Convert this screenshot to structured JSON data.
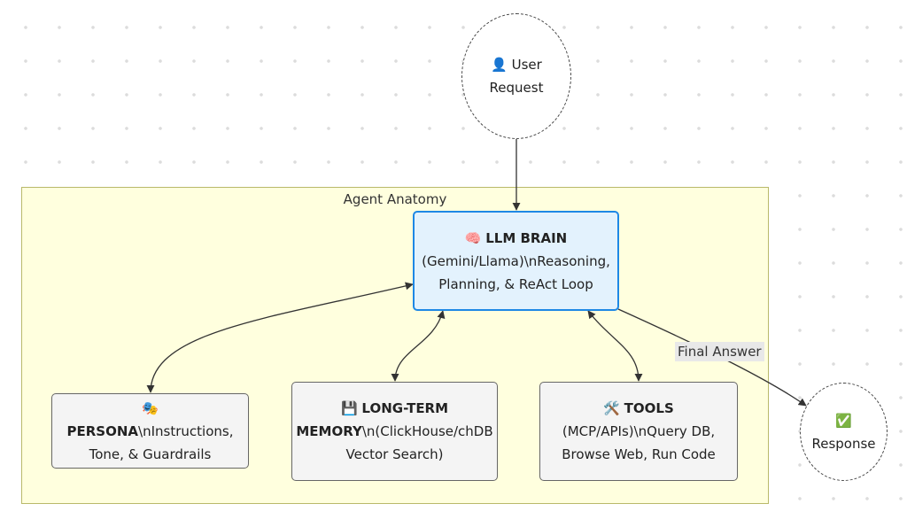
{
  "subgraph": {
    "title": "Agent Anatomy"
  },
  "nodes": {
    "user_request": {
      "icon": "👤",
      "label": "User Request"
    },
    "brain": {
      "icon": "🧠",
      "title": "LLM BRAIN",
      "line2": "(Gemini/Llama)\\nReasoning,",
      "line3": "Planning, & ReAct Loop"
    },
    "persona": {
      "icon": "🎭",
      "title": "PERSONA",
      "title_suffix": "\\nInstructions,",
      "line2": "Tone, & Guardrails"
    },
    "memory": {
      "icon": "💾",
      "title_part1": "LONG-TERM",
      "title_part2": "MEMORY",
      "title_suffix": "\\n(ClickHouse/chDB",
      "line3": "Vector Search)"
    },
    "tools": {
      "icon": "🛠️",
      "title": "TOOLS",
      "line2": "(MCP/APIs)\\nQuery DB,",
      "line3": "Browse Web, Run Code"
    },
    "response": {
      "icon": "✅",
      "label": "Response"
    }
  },
  "edges": {
    "final_answer_label": "Final Answer"
  },
  "colors": {
    "subgraph_fill": "#ffffde",
    "brain_fill": "#e3f2fd",
    "brain_border": "#1e88e5",
    "node_fill": "#f4f4f4"
  }
}
